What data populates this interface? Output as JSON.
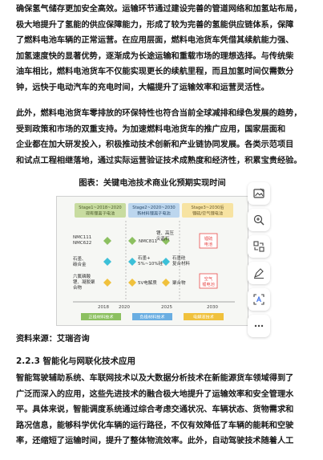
{
  "paragraph1": [
    "确保氢气储存更加安全高效。运输环节通过建设完善的管道网络和加氢站布局，",
    "极大地提升了氢能的供应保障能力，形成了较为完善的氢能供应链体系，保障",
    "了燃料电池车辆的正常运营。在应用层面，燃料电池货车凭借其续航能力强、",
    "加氢速度快的显著优势，逐渐成为长途运输和重载市场的理想选择。与传统柴",
    "油车相比，燃料电池货车不仅能实现更长的续航里程，而且加氢时间仅需数分",
    "钟，远快于电动汽车的充电时间，大幅提升了运输效率和运营灵活性。"
  ],
  "paragraph2": [
    "此外，燃料电池货车零排放的环保特性也符合当前全球减排和绿色发展的趋势，",
    "受到政策和市场的双重支持。为加速燃料电池货车的推广应用，国家层面和",
    "企业都在加大研发投入，积极推动技术创新和产业链协同发展。各类示范项目",
    "和试点工程相继落地，通过实际运营验证技术成熟度和经济性，积累宝贵经验。"
  ],
  "figure_title": "图表：关键电池技术商业化预期实现时间",
  "figure": {
    "stages": [
      {
        "line1": "Stage1~2018~2020",
        "line2": "现有锂离子电池",
        "color": "#c8dca0"
      },
      {
        "line1": "Stage2~2020~2030",
        "line2": "新材料锂离子电池",
        "color": "#bcd6ee"
      },
      {
        "line1": "Stage3~2030后",
        "line2": "锂硫/空气锂电池",
        "color": "#f7e3a2"
      }
    ],
    "row1": {
      "left": [
        "NMC111",
        "NMC622"
      ],
      "mid": [
        "NMC811"
      ],
      "mid2": [
        "锂、高压",
        "尖晶石"
      ],
      "right": [
        "锂硫",
        "电池"
      ]
    },
    "row2": {
      "left": [
        "石墨、",
        "碳合金"
      ],
      "mid": [
        "石墨+",
        "5%~10%硅"
      ],
      "mid2": [
        "石墨硅",
        "复合材料"
      ]
    },
    "row3": {
      "left": [
        "六氟磷酸",
        "锂、凝胶聚",
        "合物"
      ],
      "mid": [
        "5V电解质"
      ],
      "mid2": [
        "聚合物"
      ],
      "right": [
        "空气",
        "锂电池"
      ]
    },
    "years": [
      "2018",
      "2020",
      "2025",
      "2030"
    ],
    "legend": [
      {
        "label": "正极材料技术",
        "color": "#8cc060"
      },
      {
        "label": "负极材料技术",
        "color": "#6aaee2"
      },
      {
        "label": "电解液技术",
        "color": "#f0c13c"
      }
    ],
    "colors": {
      "cathode": "#8cc060",
      "anode": "#3cc0d8",
      "electrolyte": "#f0c13c",
      "future": "#e84a4a"
    }
  },
  "source": "资料来源：艾瑞咨询",
  "section_heading": "2.2.3 智能化与网联化技术应用",
  "paragraph3": [
    "智能驾驶辅助系统、车联网技术以及大数据分析技术在新能源货车领域得到了",
    "广泛而深入的应用，这些先进技术的融合极大地提升了运输效率和安全管理水",
    "平。具体来说，智能调度系统通过综合考虑交通状况、车辆状态、货物需求和",
    "路况信息，能够科学优化车辆的运行路径，不仅有效降低了车辆的能耗和空驶",
    "率，还缩短了运输时间，提升了整体物流效率。此外，自动驾驶技术随着人工"
  ],
  "toolbar_icons": [
    "image-edit-icon",
    "zoom-in-icon",
    "convert-icon",
    "pen-icon",
    "text-recognition-icon",
    "more-icon"
  ]
}
